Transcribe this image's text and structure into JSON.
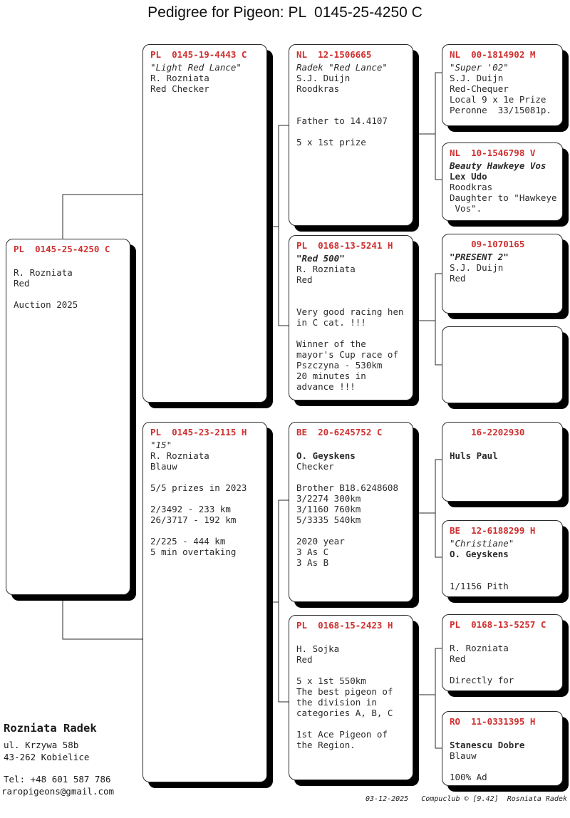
{
  "title": "Pedigree for Pigeon: PL  0145-25-4250 C",
  "colors": {
    "ring_red": "#d03030",
    "body_text": "#2b2b2b",
    "connector": "#2a2a2a"
  },
  "boxes": [
    {
      "id": "subject",
      "ring": "PL  0145-25-4250 C",
      "lines": [
        {
          "t": ""
        },
        {
          "t": "R. Rozniata"
        },
        {
          "t": "Red"
        },
        {
          "t": ""
        },
        {
          "t": "Auction 2025"
        }
      ]
    },
    {
      "id": "father",
      "ring": "PL  0145-19-4443 C",
      "lines": [
        {
          "t": "\"Light Red Lance\"",
          "s": "i"
        },
        {
          "t": "R. Rozniata"
        },
        {
          "t": "Red Checker"
        }
      ]
    },
    {
      "id": "mother",
      "ring": "PL  0145-23-2115 H",
      "lines": [
        {
          "t": "\"15\"",
          "s": "i"
        },
        {
          "t": "R. Rozniata"
        },
        {
          "t": "Blauw"
        },
        {
          "t": ""
        },
        {
          "t": "5/5 prizes in 2023"
        },
        {
          "t": ""
        },
        {
          "t": "2/3492 - 233 km"
        },
        {
          "t": "26/3717 - 192 km"
        },
        {
          "t": ""
        },
        {
          "t": "2/225 - 444 km"
        },
        {
          "t": "5 min overtaking"
        }
      ]
    },
    {
      "id": "gp1",
      "ring": "NL  12-1506665",
      "lines": [
        {
          "t": "Radek \"Red Lance\"",
          "s": "i"
        },
        {
          "t": "S.J. Duijn"
        },
        {
          "t": "Roodkras"
        },
        {
          "t": ""
        },
        {
          "t": ""
        },
        {
          "t": "Father to 14.4107"
        },
        {
          "t": ""
        },
        {
          "t": "5 x 1st prize"
        }
      ]
    },
    {
      "id": "gp2",
      "ring": "PL  0168-13-5241 H",
      "lines": [
        {
          "t": "\"Red 500\"",
          "s": "bi"
        },
        {
          "t": "R. Rozniata"
        },
        {
          "t": "Red"
        },
        {
          "t": ""
        },
        {
          "t": ""
        },
        {
          "t": "Very good racing hen"
        },
        {
          "t": "in C cat. !!!"
        },
        {
          "t": ""
        },
        {
          "t": "Winner of the"
        },
        {
          "t": "mayor's Cup race of"
        },
        {
          "t": "Pszczyna - 530km"
        },
        {
          "t": "20 minutes in"
        },
        {
          "t": "advance !!!"
        }
      ]
    },
    {
      "id": "gp3",
      "ring": "BE  20-6245752 C",
      "lines": [
        {
          "t": ""
        },
        {
          "t": "O. Geyskens",
          "s": "b"
        },
        {
          "t": "Checker"
        },
        {
          "t": ""
        },
        {
          "t": "Brother B18.6248608"
        },
        {
          "t": "3/2274 300km"
        },
        {
          "t": "3/1160 760km"
        },
        {
          "t": "5/3335 540km"
        },
        {
          "t": ""
        },
        {
          "t": "2020 year"
        },
        {
          "t": "3 As C"
        },
        {
          "t": "3 As B"
        }
      ]
    },
    {
      "id": "gp4",
      "ring": "PL  0168-15-2423 H",
      "lines": [
        {
          "t": ""
        },
        {
          "t": "H. Sojka"
        },
        {
          "t": "Red"
        },
        {
          "t": ""
        },
        {
          "t": "5 x 1st 550km"
        },
        {
          "t": "The best pigeon of"
        },
        {
          "t": "the division in"
        },
        {
          "t": "categories A, B, C"
        },
        {
          "t": ""
        },
        {
          "t": "1st Ace Pigeon of"
        },
        {
          "t": "the Region."
        }
      ]
    },
    {
      "id": "ggp1",
      "ring": "NL  00-1814902 M",
      "lines": [
        {
          "t": "\"Super '02\"",
          "s": "i"
        },
        {
          "t": "S.J. Duijn"
        },
        {
          "t": "Red-Chequer"
        },
        {
          "t": "Local 9 x 1e Prize"
        },
        {
          "t": "Peronne  33/15081p."
        }
      ]
    },
    {
      "id": "ggp2",
      "ring": "NL  10-1546798 V",
      "lines": [
        {
          "t": "Beauty Hawkeye Vos",
          "s": "bi"
        },
        {
          "t": "Lex Udo",
          "s": "b"
        },
        {
          "t": "Roodkras"
        },
        {
          "t": "Daughter to \"Hawkeye"
        },
        {
          "t": " Vos\"."
        }
      ]
    },
    {
      "id": "ggp3",
      "ring": "    09-1070165",
      "lines": [
        {
          "t": "\"PRESENT 2\"",
          "s": "bi"
        },
        {
          "t": "S.J. Duijn"
        },
        {
          "t": "Red"
        }
      ]
    },
    {
      "id": "ggp4",
      "ring": "",
      "lines": []
    },
    {
      "id": "ggp5",
      "ring": "    16-2202930",
      "lines": [
        {
          "t": ""
        },
        {
          "t": "Huls Paul",
          "s": "b"
        }
      ]
    },
    {
      "id": "ggp6",
      "ring": "BE  12-6188299 H",
      "lines": [
        {
          "t": "\"Christiane\"",
          "s": "i"
        },
        {
          "t": "O. Geyskens",
          "s": "b"
        },
        {
          "t": ""
        },
        {
          "t": ""
        },
        {
          "t": "1/1156 Pith"
        }
      ]
    },
    {
      "id": "ggp7",
      "ring": "PL  0168-13-5257 C",
      "lines": [
        {
          "t": ""
        },
        {
          "t": "R. Rozniata"
        },
        {
          "t": "Red"
        },
        {
          "t": ""
        },
        {
          "t": "Directly for"
        }
      ]
    },
    {
      "id": "ggp8",
      "ring": "RO  11-0331395 H",
      "lines": [
        {
          "t": ""
        },
        {
          "t": "Stanescu Dobre",
          "s": "b"
        },
        {
          "t": "Blauw"
        },
        {
          "t": ""
        },
        {
          "t": "100% Ad"
        }
      ]
    }
  ],
  "owner": {
    "name": "Rozniata Radek",
    "address1": "ul. Krzywa 58b",
    "address2": "43-262 Kobielice",
    "tel": "Tel: +48 601 587 786",
    "email": "raropigeons@gmail.com"
  },
  "footer": {
    "date": "03-12-2025",
    "software": "Compuclub © [9.42]",
    "author": "Rosniata Radek"
  }
}
